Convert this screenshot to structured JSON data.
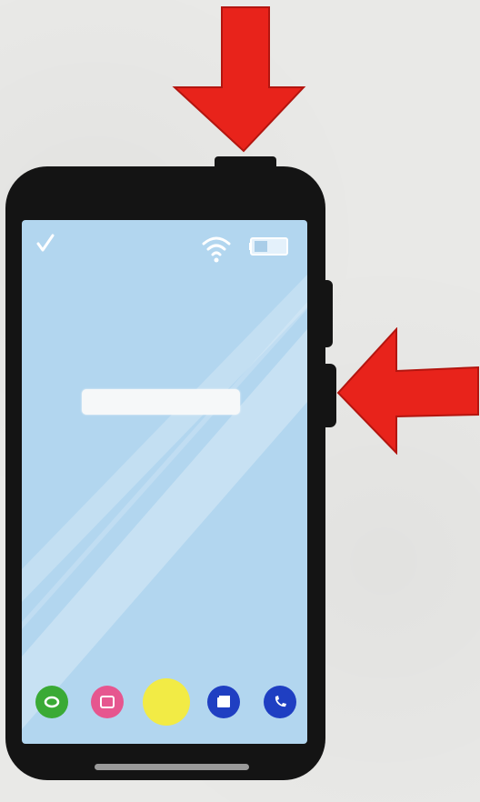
{
  "illustration": {
    "background_color": "#e9e9e7",
    "phone_color": "#141414",
    "screen_color": "#b2d6ef",
    "arrow_color": "#e8231b"
  },
  "status_bar": {
    "left_icon": "checkmark-icon",
    "wifi_icon": "wifi-icon",
    "battery_icon": "battery-icon"
  },
  "dock": {
    "apps": [
      {
        "icon": "messages-icon",
        "color": "#3aaa35"
      },
      {
        "icon": "gallery-icon",
        "color": "#e6568f"
      },
      {
        "icon": "home-app-icon",
        "color": "#f2eb45"
      },
      {
        "icon": "cards-icon",
        "color": "#1f3fc2"
      },
      {
        "icon": "phone-icon",
        "color": "#1f3fc2"
      }
    ]
  },
  "arrows": [
    {
      "name": "power-button-arrow",
      "direction": "down"
    },
    {
      "name": "volume-button-arrow",
      "direction": "left"
    }
  ]
}
